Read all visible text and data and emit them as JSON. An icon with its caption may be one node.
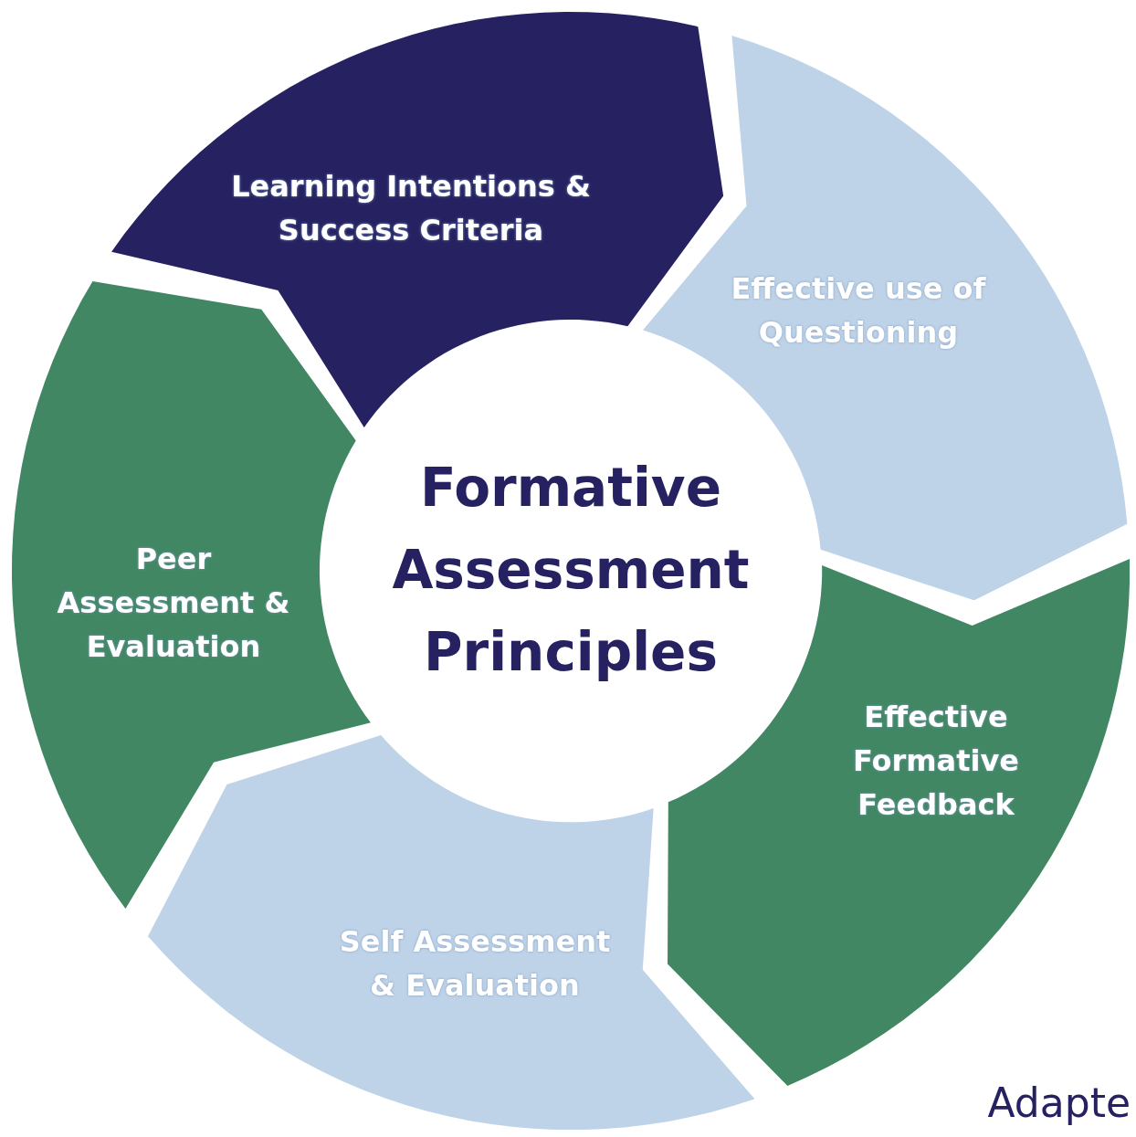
{
  "diagram": {
    "nodes": [
      {
        "text": [
          "Formative Assessment Principles"
        ]
      },
      {
        "text": [
          "Learning Intentions & Success Criteria"
        ]
      },
      {
        "text": [
          "Effective use of Questioning"
        ]
      },
      {
        "text": [
          "Effective Formative Feedback"
        ]
      },
      {
        "text": [
          "Self Assessment & Evaluation"
        ]
      },
      {
        "text": [
          "Peer Assessment & Evaluation"
        ]
      }
    ],
    "labels": [
      "Adapte"
    ]
  }
}
